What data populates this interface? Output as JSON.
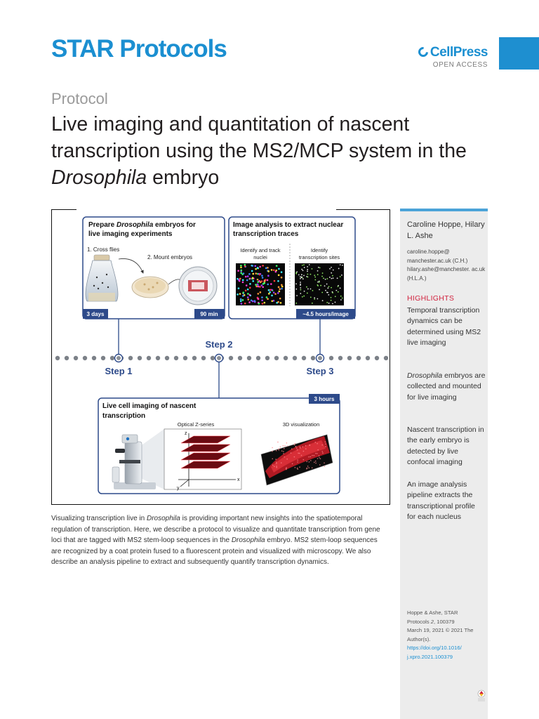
{
  "journal": {
    "name": "STAR Protocols",
    "publisher": "CellPress",
    "access": "OPEN ACCESS"
  },
  "article": {
    "type": "Protocol",
    "title_part1": "Live imaging and quantitation of nascent transcription using the MS2/MCP system in the ",
    "title_italic": "Drosophila",
    "title_part2": " embryo"
  },
  "figure": {
    "panel_prepare_title_1": "Prepare ",
    "panel_prepare_title_italic": "Drosophila",
    "panel_prepare_title_2": " embryos for",
    "panel_prepare_title_3": "live imaging experiments",
    "cross_flies": "1. Cross flies",
    "mount_embryos": "2. Mount embryos",
    "tag_3days": "3 days",
    "tag_90min": "90 min",
    "panel_analysis_title_1": "Image analysis to extract nuclear",
    "panel_analysis_title_2": "transcription traces",
    "identify_track_1": "Identify and track",
    "identify_track_2": "nuclei",
    "identify_sites_1": "Identify",
    "identify_sites_2": "transcription sites",
    "tag_45h": "~4.5 hours/image",
    "step1": "Step 1",
    "step2": "Step 2",
    "step3": "Step 3",
    "panel_live_title_1": "Live cell imaging of nascent",
    "panel_live_title_2": "transcription",
    "tag_3h": "3 hours",
    "optical_z": "Optical Z-series",
    "viz3d": "3D visualization",
    "axis_z": "z",
    "axis_x": "x",
    "axis_y": "y"
  },
  "sidebar": {
    "authors": "Caroline Hoppe, Hilary L. Ashe",
    "emails": "caroline.hoppe@ manchester.ac.uk (C.H.) hilary.ashe@manchester. ac.uk (H.L.A.)",
    "highlights_heading": "HIGHLIGHTS",
    "highlight_1": "Temporal transcription dynamics can be determined using MS2 live imaging",
    "highlight_2_italic": "Drosophila",
    "highlight_2_rest": " embryos are collected and mounted for live imaging",
    "highlight_3": "Nascent transcription in the early embryo is detected by live confocal imaging",
    "highlight_4": "An image analysis pipeline extracts the transcriptional profile for each nucleus",
    "cite_1": "Hoppe & Ashe, STAR",
    "cite_2a": "Protocols ",
    "cite_2b": "2",
    "cite_2c": ", 100379",
    "cite_3": "March 19, 2021 © 2021 The Author(s).",
    "doi_1": "https://doi.org/10.1016/",
    "doi_2": "j.xpro.2021.100379"
  },
  "abstract": {
    "p1": "Visualizing transcription live in ",
    "i1": "Drosophila",
    "p2": " is providing important new insights into the spatiotemporal regulation of transcription. Here, we describe a protocol to visualize and quantitate transcription from gene loci that are tagged with MS2 stem-loop sequences in the ",
    "i2": "Drosophila",
    "p3": " embryo. MS2 stem-loop sequences are recognized by a coat protein fused to a fluorescent protein and visualized with microscopy. We also describe an analysis pipeline to extract and subsequently quantify transcription dynamics."
  },
  "colors": {
    "brand_blue": "#1b8fd1",
    "figure_navy": "#2d4a8a",
    "highlight_red": "#d2233f"
  }
}
